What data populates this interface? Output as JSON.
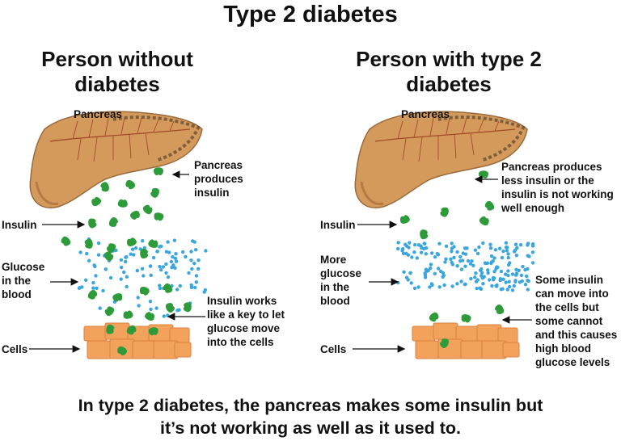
{
  "title": "Type 2 diabetes",
  "left_panel": {
    "heading": "Person without diabetes",
    "pancreas": "Pancreas",
    "produces": "Pancreas produces insulin",
    "insulin": "Insulin",
    "glucose": "Glucose in the blood",
    "key": "Insulin works like a key to let glucose move into the cells",
    "cells": "Cells"
  },
  "right_panel": {
    "heading": "Person with type 2 diabetes",
    "pancreas": "Pancreas",
    "produces": "Pancreas produces less insulin or the insulin is not working well enough",
    "insulin": "Insulin",
    "glucose": "More glucose in the blood",
    "some": "Some insulin can move into the cells but some cannot and this causes high blood glucose levels",
    "cells": "Cells"
  },
  "footer": {
    "line1": "In type 2 diabetes, the pancreas makes some insulin but",
    "line2": "it’s not working as well as it used to."
  },
  "colors": {
    "insulin": "#2e9b3a",
    "glucose": "#3aa6dc",
    "cells": "#f3a25c",
    "pancreas": "#d49a5c"
  }
}
